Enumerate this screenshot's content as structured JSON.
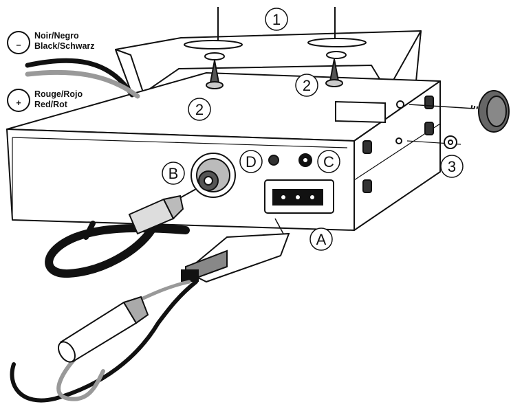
{
  "legend": {
    "negative": {
      "symbol": "−",
      "line1": "Noir/Negro",
      "line2": "Black/Schwarz"
    },
    "positive": {
      "symbol": "+",
      "line1": "Rouge/Rojo",
      "line2": "Red/Rot"
    }
  },
  "callouts": {
    "bracket": "1",
    "screw_top": "2",
    "screw_left": "2",
    "knob": "3",
    "power_socket": "A",
    "antenna_connector": "B",
    "jack_c": "C",
    "jack_d": "D"
  },
  "colors": {
    "outline": "#111111",
    "wire_gray": "#999999",
    "wire_black": "#111111",
    "background": "#ffffff"
  }
}
